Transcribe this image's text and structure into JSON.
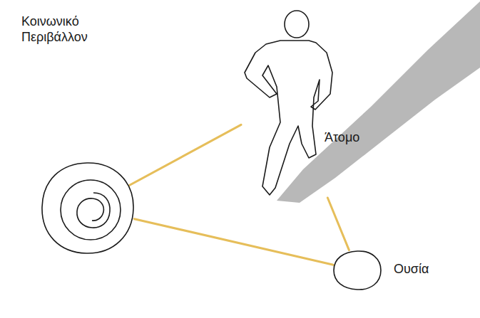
{
  "diagram": {
    "nodes": [
      {
        "text": [
          "Κοινωνικό Περιβάλλον"
        ]
      },
      {
        "text": [
          "Άτομο"
        ]
      },
      {
        "text": [
          "Ουσία"
        ]
      }
    ],
    "edges": [
      {
        "from": 0,
        "to": 1,
        "arrow": "none"
      },
      {
        "from": 1,
        "to": 2,
        "arrow": "none"
      },
      {
        "from": 0,
        "to": 2,
        "arrow": "none"
      }
    ]
  }
}
